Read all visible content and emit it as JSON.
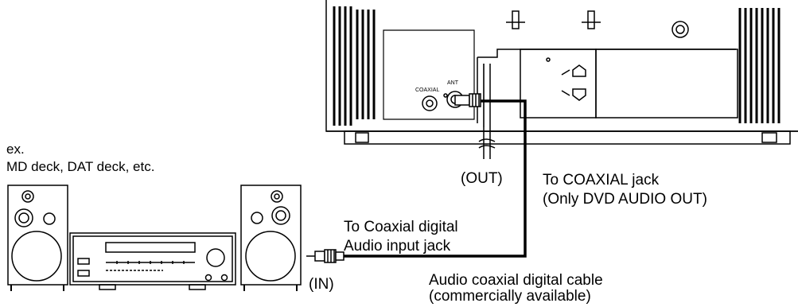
{
  "example": {
    "prefix": "ex.",
    "devices": "MD deck, DAT deck, etc."
  },
  "panel": {
    "coaxial_label": "COAXIAL",
    "ant_label": "ANT"
  },
  "labels": {
    "out": "(OUT)",
    "in": "(IN)",
    "to_coaxial_jack": "To COAXIAL jack",
    "only_dvd_audio_out": "(Only DVD AUDIO OUT)",
    "to_coaxial_digital": "To Coaxial digital",
    "audio_input_jack": "Audio input jack",
    "cable_name": "Audio coaxial digital cable",
    "cable_note": "(commercially available)"
  },
  "colors": {
    "line": "#000000",
    "background": "#ffffff"
  }
}
